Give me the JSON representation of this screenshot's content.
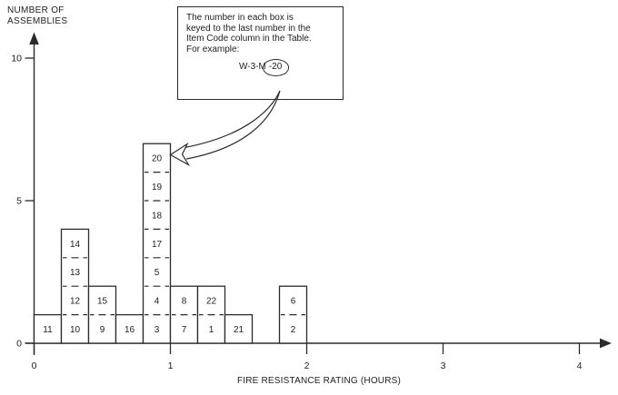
{
  "figure": {
    "y_axis_label_line1": "NUMBER OF",
    "y_axis_label_line2": "ASSEMBLIES"
  },
  "annotation": {
    "lines": [
      "The number in each box is",
      "keyed to the last number in the",
      "Item Code column in the Table.",
      "For example:"
    ],
    "example_prefix": "W-3-M",
    "example_circled": "-20"
  },
  "chart_data": {
    "type": "bar",
    "subtype": "stacked-unit-histogram",
    "title": "",
    "xlabel": "FIRE RESISTANCE RATING (HOURS)",
    "ylabel": "NUMBER OF ASSEMBLIES",
    "xlim": [
      0,
      4.2
    ],
    "ylim": [
      0,
      10.8
    ],
    "x_ticks": [
      0,
      1,
      2,
      3,
      4
    ],
    "y_ticks": [
      0,
      5,
      10
    ],
    "grid": false,
    "legend": "none",
    "bars": [
      {
        "x_start": 0.0,
        "x_end": 0.2,
        "count": 1,
        "items": [
          "11"
        ]
      },
      {
        "x_start": 0.2,
        "x_end": 0.4,
        "count": 4,
        "items": [
          "10",
          "12",
          "13",
          "14"
        ]
      },
      {
        "x_start": 0.4,
        "x_end": 0.6,
        "count": 2,
        "items": [
          "9",
          "15"
        ]
      },
      {
        "x_start": 0.6,
        "x_end": 0.8,
        "count": 1,
        "items": [
          "16"
        ]
      },
      {
        "x_start": 0.8,
        "x_end": 1.0,
        "count": 7,
        "items": [
          "3",
          "4",
          "5",
          "17",
          "18",
          "19",
          "20"
        ]
      },
      {
        "x_start": 1.0,
        "x_end": 1.2,
        "count": 2,
        "items": [
          "7",
          "8"
        ]
      },
      {
        "x_start": 1.2,
        "x_end": 1.4,
        "count": 2,
        "items": [
          "1",
          "22"
        ]
      },
      {
        "x_start": 1.4,
        "x_end": 1.6,
        "count": 1,
        "items": [
          "21"
        ]
      },
      {
        "x_start": 1.8,
        "x_end": 2.0,
        "count": 2,
        "items": [
          "2",
          "6"
        ]
      }
    ],
    "annotation_target_item": "20",
    "line_color": "#2b2b2b"
  }
}
